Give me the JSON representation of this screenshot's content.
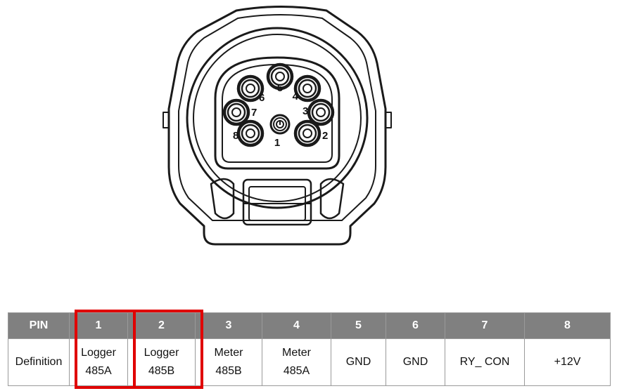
{
  "diagram": {
    "pin_labels": [
      {
        "pin": "1",
        "label": "1"
      },
      {
        "pin": "2",
        "label": "2"
      },
      {
        "pin": "3",
        "label": "3"
      },
      {
        "pin": "4",
        "label": "4"
      },
      {
        "pin": "5",
        "label": "5"
      },
      {
        "pin": "6",
        "label": "6"
      },
      {
        "pin": "7",
        "label": "7"
      },
      {
        "pin": "8",
        "label": "8"
      }
    ]
  },
  "table": {
    "header_label": "PIN",
    "row_label": "Definition",
    "columns": [
      {
        "pin": "1",
        "definition": [
          "Logger",
          "485A"
        ],
        "highlighted": true
      },
      {
        "pin": "2",
        "definition": [
          "Logger",
          "485B"
        ],
        "highlighted": true
      },
      {
        "pin": "3",
        "definition": [
          "Meter",
          "485B"
        ],
        "highlighted": false
      },
      {
        "pin": "4",
        "definition": [
          "Meter",
          "485A"
        ],
        "highlighted": false
      },
      {
        "pin": "5",
        "definition": [
          "GND"
        ],
        "highlighted": false
      },
      {
        "pin": "6",
        "definition": [
          "GND"
        ],
        "highlighted": false
      },
      {
        "pin": "7",
        "definition": [
          "RY_ CON"
        ],
        "highlighted": false
      },
      {
        "pin": "8",
        "definition": [
          "+12V"
        ],
        "highlighted": false
      }
    ]
  },
  "colors": {
    "header_bg": "#808080",
    "header_text": "#ffffff",
    "highlight": "#e00000",
    "line": "#1a1a1a"
  }
}
